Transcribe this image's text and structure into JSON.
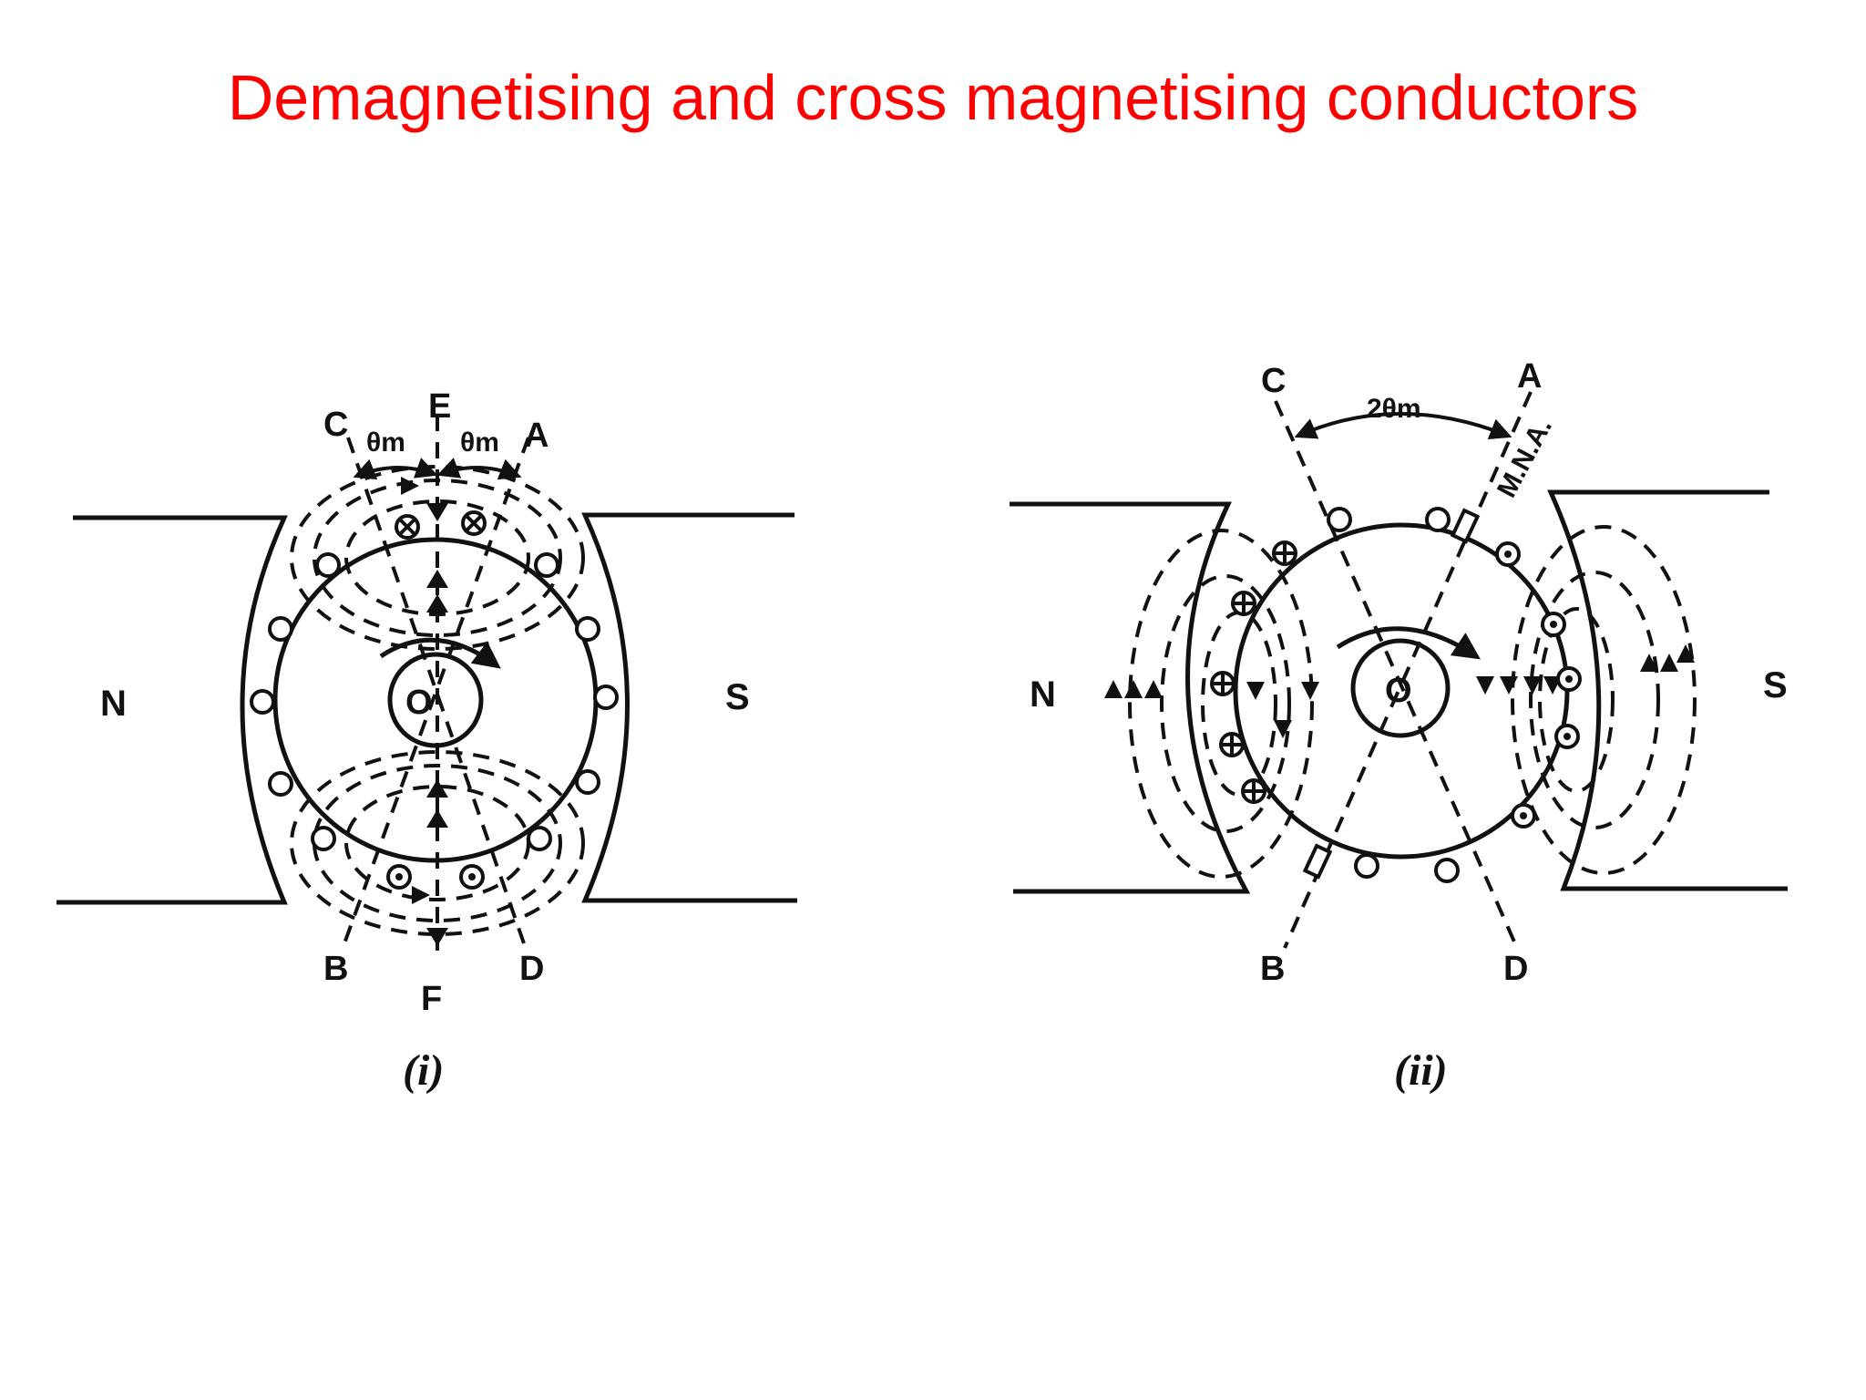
{
  "title": "Demagnetising and cross magnetising conductors",
  "colors": {
    "title": "#ff0000",
    "line": "#111111",
    "background": "#ffffff"
  },
  "figure_i": {
    "caption": "(i)",
    "poles": {
      "north": "N",
      "south": "S"
    },
    "axis_labels": {
      "C": "C",
      "E": "E",
      "A": "A",
      "B": "B",
      "F": "F",
      "D": "D"
    },
    "angle_left": "θm",
    "angle_right": "θm"
  },
  "figure_ii": {
    "caption": "(ii)",
    "poles": {
      "north": "N",
      "south": "S"
    },
    "axis_labels": {
      "C": "C",
      "A": "A",
      "B": "B",
      "D": "D"
    },
    "angle": "2θm",
    "mna": "M.N.A."
  }
}
